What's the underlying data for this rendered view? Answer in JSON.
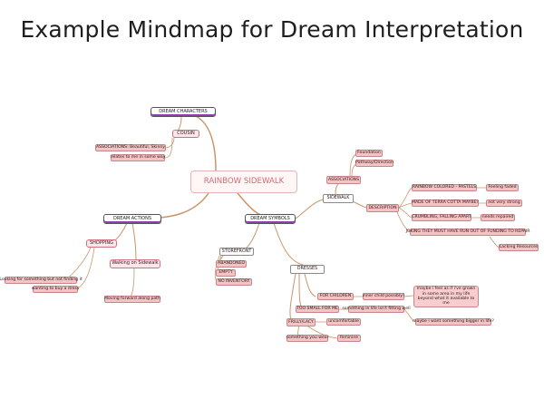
{
  "title": "Example Mindmap for Dream Interpretation",
  "colors": {
    "branch_line": "#c9956a",
    "branch_line_dark": "#b17d56",
    "leaf_fill": "#f4c3c4",
    "leaf_border": "#c9868a",
    "root_text": "#d06c78",
    "main_accent": "#8d3fb0"
  },
  "nodes": {
    "root": "RAINBOW SIDEWALK",
    "dream_characters": "DREAM CHARACTERS",
    "cousin": "COUSIN",
    "associations_beautiful": "ASSOCIATIONS: Beautiful, Skinny",
    "relates_to_me": "relates to me in some way",
    "dream_actions": "DREAM ACTIONS",
    "shopping": "SHOPPING",
    "walking_on_sidewalk": "Walking on Sidewalk",
    "looking_for_something": "Looking for something but not finding it",
    "wanting_to_buy": "wanting to buy a dress",
    "moving_forward": "Moving forward along path",
    "dream_symbols": "DREAM SYMBOLS",
    "storefront": "STOREFRONT",
    "abandoned": "ABANDONED",
    "empty": "EMPTY",
    "no_inventory": "NO INVENTORY",
    "dresses": "DRESSES",
    "for_children": "FOR CHILDREN",
    "inner_child": "inner child possibly?",
    "maybe_grown": "maybe i feel as if i've grown in some area in my life beyond what it available to me",
    "too_small": "TOO SMALL FOR ME",
    "not_fitting_well": "something in life isn't fitting well",
    "maybe_bigger": "maybe i want something bigger in life?",
    "frilly_lacy": "FRILLY/LACY",
    "uncomfortable": "uncomfortable",
    "something_you_wear": "something you wear",
    "feminine": "feminine",
    "sidewalk": "SIDEWALK",
    "associations": "ASSOCIATIONS",
    "foundation": "Foundation",
    "pathway_direction": "Pathway/Direction",
    "description": "DESCRIPTION",
    "rainbow_colored": "RAINBOW COLORED - PASTELS",
    "feeling_faded": "Feeling faded",
    "terra_cotta": "MADE OF TERRA COTTA MAYBE?",
    "not_very_strong": "not very strong",
    "crumbling": "CRUMBLING, FALLING APART",
    "needs_repaired": "needs repaired",
    "joking_funding": "JOKING THEY MUST HAVE RUN OUT OF FUNDING TO REPAIR",
    "lacking_resources": "Lacking Resources"
  }
}
